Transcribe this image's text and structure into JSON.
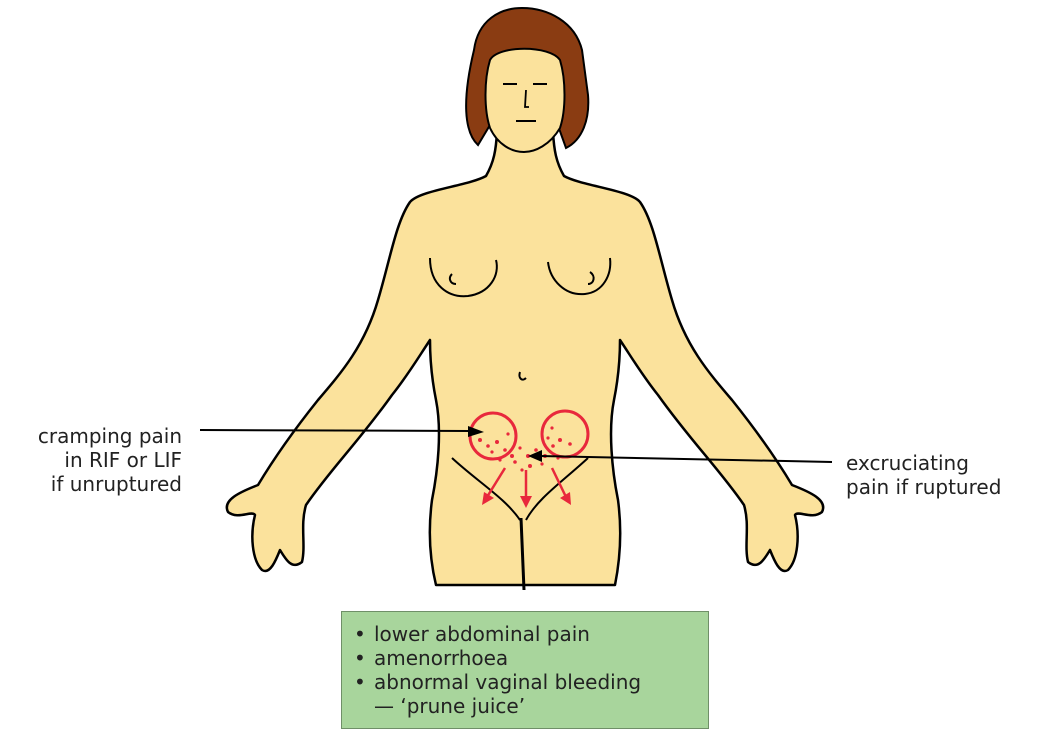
{
  "left_label": {
    "lines": [
      "cramping pain",
      "in RIF or LIF",
      "if unruptured"
    ]
  },
  "right_label": {
    "lines": [
      "excruciating",
      "pain if ruptured"
    ]
  },
  "symptoms": {
    "items": [
      "lower abdominal pain",
      "amenorrhoea",
      "abnormal vaginal bleeding"
    ],
    "continuation": "— ‘prune juice’"
  },
  "colors": {
    "skin": "#fbe29c",
    "hair": "#8a3c12",
    "outline": "#000000",
    "pain_marker": "#e8283c",
    "box_fill": "#a8d59c"
  }
}
